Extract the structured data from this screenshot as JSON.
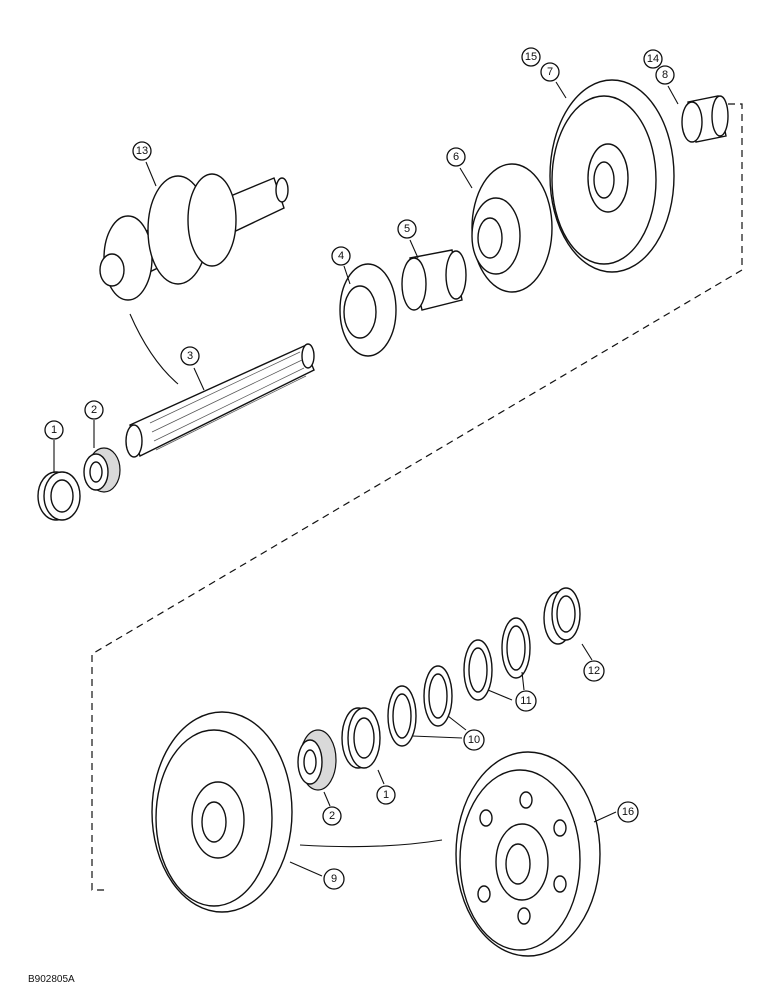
{
  "figure_id": "B902805A",
  "callouts": [
    {
      "id": "c1a",
      "label": "1"
    },
    {
      "id": "c2a",
      "label": "2"
    },
    {
      "id": "c3",
      "label": "3"
    },
    {
      "id": "c4",
      "label": "4"
    },
    {
      "id": "c5",
      "label": "5"
    },
    {
      "id": "c6",
      "label": "6"
    },
    {
      "id": "c7",
      "label": "7"
    },
    {
      "id": "c15",
      "label": "15"
    },
    {
      "id": "c8",
      "label": "8"
    },
    {
      "id": "c14",
      "label": "14"
    },
    {
      "id": "c13",
      "label": "13"
    },
    {
      "id": "c12",
      "label": "12"
    },
    {
      "id": "c11",
      "label": "11"
    },
    {
      "id": "c10",
      "label": "10"
    },
    {
      "id": "c1b",
      "label": "1"
    },
    {
      "id": "c2b",
      "label": "2"
    },
    {
      "id": "c9",
      "label": "9"
    },
    {
      "id": "c16",
      "label": "16"
    }
  ]
}
